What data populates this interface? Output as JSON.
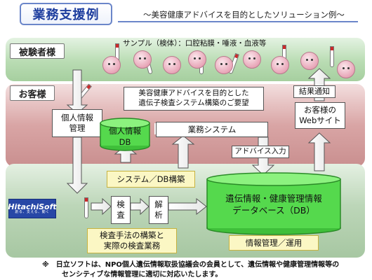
{
  "header": {
    "title": "業務支援例",
    "subtitle": "～美容健康アドバイスを目的としたソリューション例～"
  },
  "bands": {
    "subject_label": "被験者様",
    "customer_label": "お客様"
  },
  "sample_caption": "サンプル（検体）：口腔粘膜・唾液・血液等",
  "request_box": "美容健康アドバイスを目的とした\n遺伝子検査システム構築のご要望",
  "result_notice": "結果通知",
  "customer_website": "お客様の\nWebサイト",
  "personal_info_mgmt": "個人情報\n管理",
  "personal_info_db": "個人情報\nDB",
  "business_system": "業務システム",
  "advice_input": "アドバイス入力",
  "system_db_build": "システム／DB構築",
  "inspection": "検\n査",
  "analysis": "解\n析",
  "genetic_db": "遺伝情報・健康管理情報\nデータベース（DB）",
  "inspection_method": "検査手法の構築と\n実際の検査業務",
  "info_mgmt": "情報管理／運用",
  "logo": {
    "name": "HitachiSoft",
    "tagline": "創る、支える、動く"
  },
  "footnote": {
    "line1": "※　日立ソフトは、NPO個人遺伝情報取扱協議会の会員として、遺伝情報や健康管理情報等の",
    "line2": "センシティブな情報管理に適切に対応いたします。"
  },
  "colors": {
    "title_blue": "#1d3d9e",
    "db_green": "#4fd84a",
    "band_pink": "#d9a5a5",
    "band_green": "#b9dcb3",
    "highlight_yellow": "#fbf7c4",
    "logo_blue": "#2747a6"
  }
}
